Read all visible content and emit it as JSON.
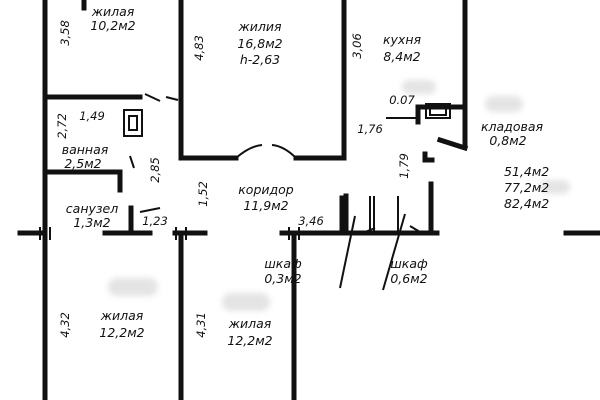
{
  "rooms": {
    "living_topleft": {
      "name": "жилая",
      "area": "10,2м2"
    },
    "living_center": {
      "name": "жилия",
      "area": "16,8м2",
      "height": "h-2,63"
    },
    "kitchen": {
      "name": "кухня",
      "area": "8,4м2"
    },
    "pantry": {
      "name": "кладовая",
      "area": "0,8м2"
    },
    "bathroom": {
      "name": "ванная",
      "area": "2,5м2"
    },
    "corridor": {
      "name": "коридор",
      "area": "11,9м2"
    },
    "toilet": {
      "name": "санузел",
      "area": "1,3м2"
    },
    "closet_a": {
      "name": "шкаф",
      "area": "0,3м2"
    },
    "closet_b": {
      "name": "шкаф",
      "area": "0,6м2"
    },
    "living_bottomleft": {
      "name": "жилая",
      "area": "12,2м2"
    },
    "living_bottomcenter": {
      "name": "жилая",
      "area": "12,2м2"
    }
  },
  "totals": {
    "living": "51,4м2",
    "total": "77,2м2",
    "overall": "82,4м2"
  },
  "dimensions": {
    "d358": "3,58",
    "d483": "4,83",
    "d306": "3,06",
    "d007": "0.07",
    "d149": "1,49",
    "d272": "2,72",
    "d176": "1,76",
    "d285": "2,85",
    "d179": "1,79",
    "d152": "1,52",
    "d123": "1,23",
    "d346": "3,46",
    "d432": "4,32",
    "d431": "4,31"
  }
}
